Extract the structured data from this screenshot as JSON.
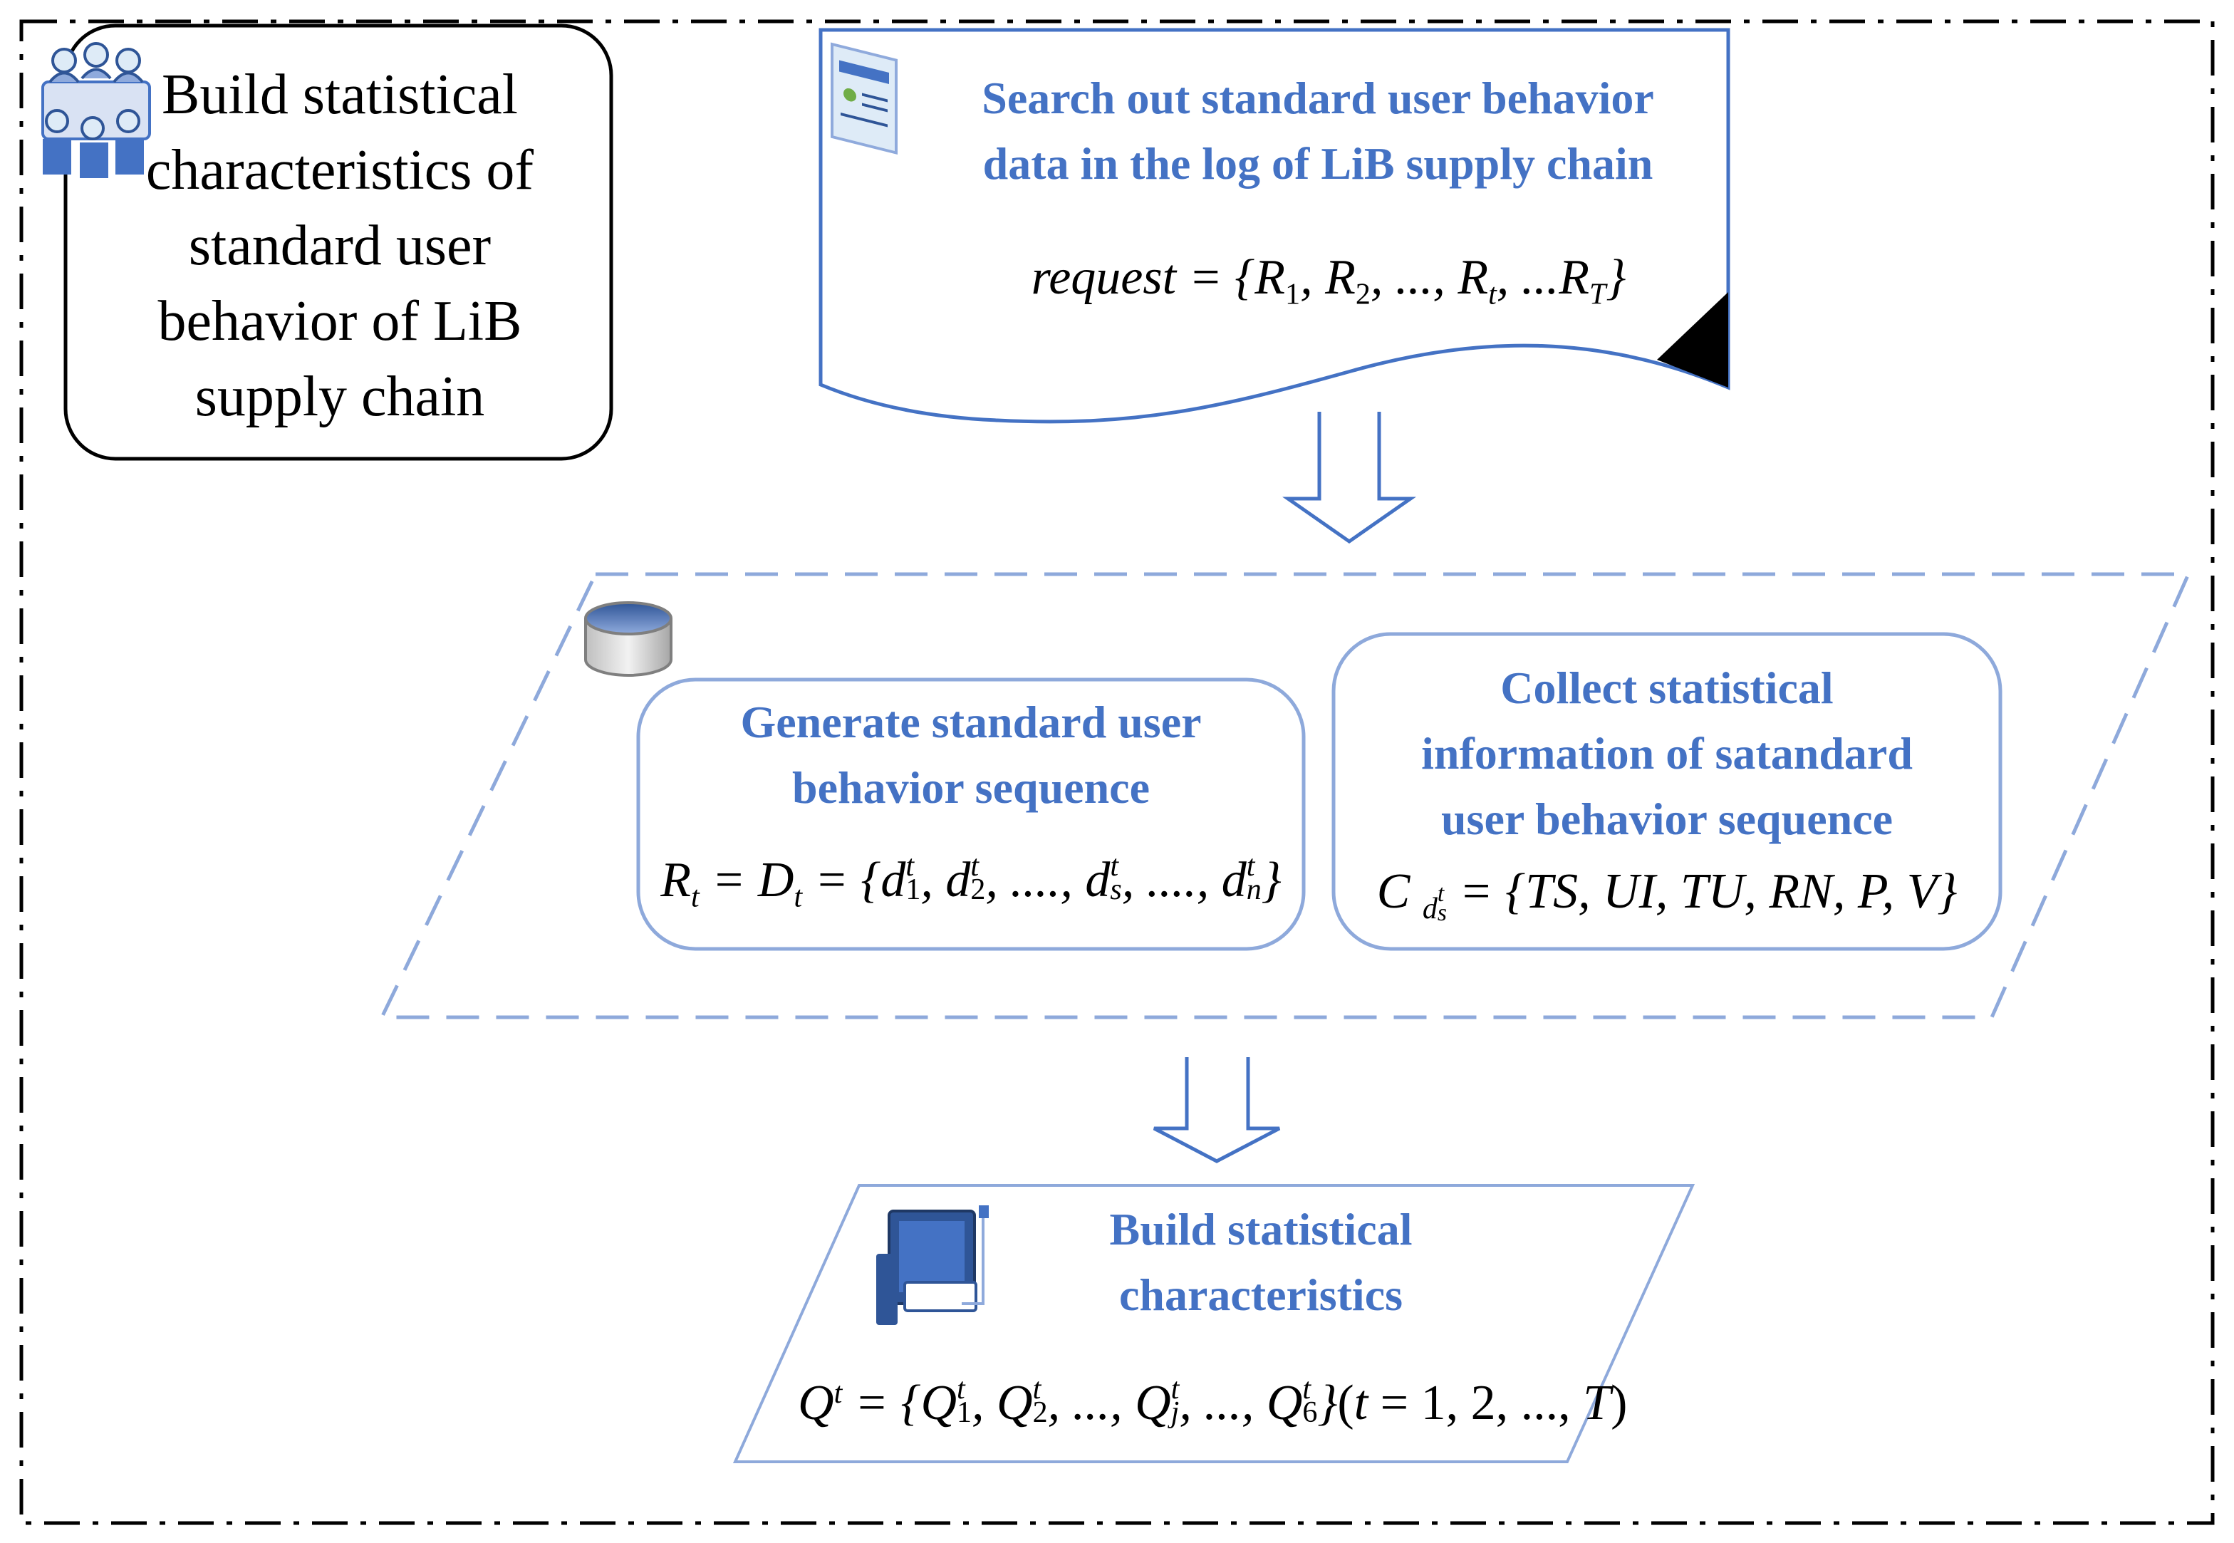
{
  "title_box": {
    "lines": [
      "Build statistical",
      "characteristics of",
      "standard user",
      "behavior of LiB",
      "supply chain"
    ],
    "icon": "meeting-people-icon"
  },
  "search_step": {
    "lines": [
      "Search out standard user behavior",
      "data in the log of LiB supply chain"
    ],
    "formula": "request = {R1, R2, ..., Rt, ...RT}",
    "icon": "browser-window-icon"
  },
  "sequence_step": {
    "icon": "database-icon",
    "generate": {
      "lines": [
        "Generate standard user",
        "behavior sequence"
      ],
      "formula": "Rt = Dt = {d1t, d2t, ..., dst, ..., dnt}"
    },
    "collect": {
      "lines": [
        "Collect statistical",
        "information of satandard",
        "user behavior sequence"
      ],
      "formula": "C dst = {TS, UI, TU, RN, P, V}"
    }
  },
  "characteristics_step": {
    "lines": [
      "Build statistical",
      "characteristics"
    ],
    "formula": "Qt = {Q1t, Q2t, ..., Qjt, ..., Q6t}(t = 1, 2, ..., T)",
    "icon": "tablet-device-icon"
  },
  "colors": {
    "accent": "#4472C4",
    "dashed_border": "#8EA9DB",
    "rounded_border": "#8EA9DB",
    "frame": "#000000"
  }
}
